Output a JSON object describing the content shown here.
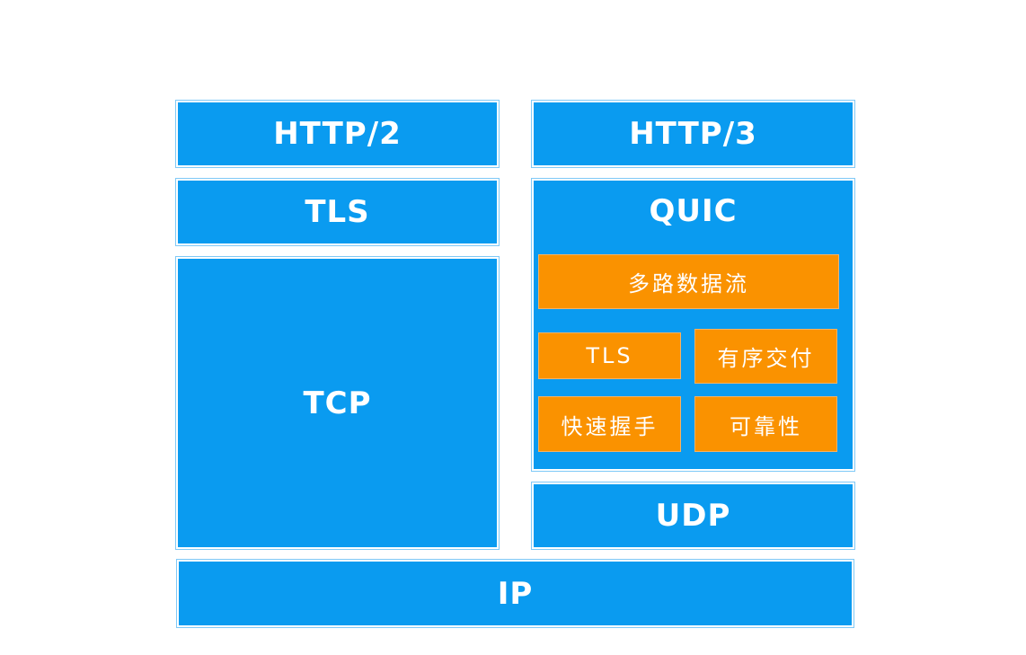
{
  "colors": {
    "blue": "#0a9bf0",
    "orange": "#fa9200",
    "text": "#ffffff"
  },
  "left_stack": {
    "app": "HTTP/2",
    "security": "TLS",
    "transport": "TCP"
  },
  "right_stack": {
    "app": "HTTP/3",
    "quic": {
      "title": "QUIC",
      "features": {
        "multiplexed_streams": "多路数据流",
        "tls": "TLS",
        "ordered_delivery": "有序交付",
        "fast_handshake": "快速握手",
        "reliability": "可靠性"
      }
    },
    "transport": "UDP"
  },
  "network": "IP"
}
